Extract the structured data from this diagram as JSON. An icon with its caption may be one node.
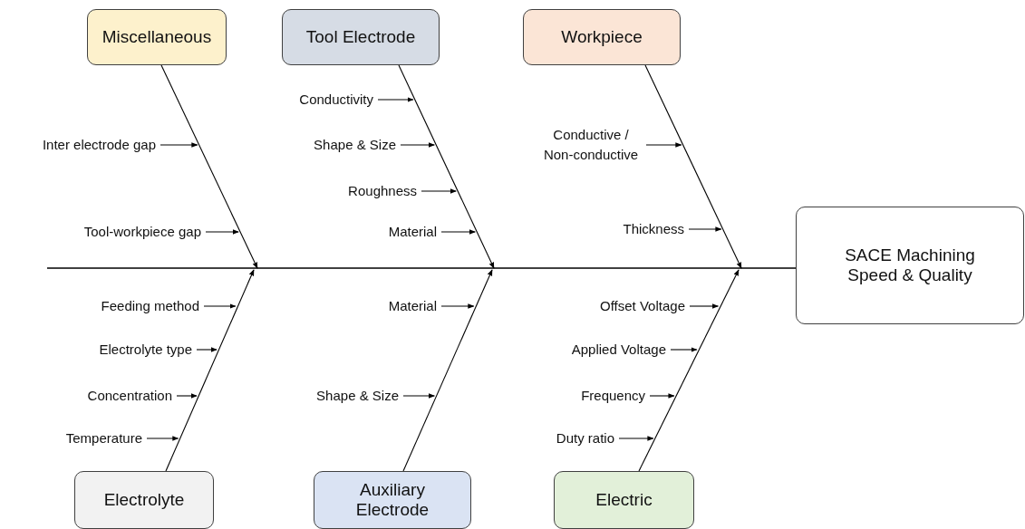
{
  "diagram": {
    "nodes": [
      {
        "text": [
          "Miscellaneous"
        ]
      },
      {
        "text": [
          "Tool Electrode"
        ]
      },
      {
        "text": [
          "Workpiece"
        ]
      },
      {
        "text": [
          "SACE Machining Speed & Quality"
        ]
      },
      {
        "text": [
          "Electrolyte"
        ]
      },
      {
        "text": [
          "Auxiliary Electrode"
        ]
      },
      {
        "text": [
          "Electric"
        ]
      },
      {
        "text": [
          "Inter electrode gap"
        ]
      },
      {
        "text": [
          "Tool-workpiece gap"
        ]
      },
      {
        "text": [
          "Conductivity"
        ]
      },
      {
        "text": [
          "Shape & Size"
        ]
      },
      {
        "text": [
          "Roughness"
        ]
      },
      {
        "text": [
          "Material"
        ]
      },
      {
        "text": [
          "Conductive / Non-conductive"
        ]
      },
      {
        "text": [
          "Thickness"
        ]
      },
      {
        "text": [
          "Feeding method"
        ]
      },
      {
        "text": [
          "Electrolyte type"
        ]
      },
      {
        "text": [
          "Concentration"
        ]
      },
      {
        "text": [
          "Temperature"
        ]
      },
      {
        "text": [
          "Material"
        ]
      },
      {
        "text": [
          "Shape & Size"
        ]
      },
      {
        "text": [
          "Offset Voltage"
        ]
      },
      {
        "text": [
          "Applied Voltage"
        ]
      },
      {
        "text": [
          "Frequency"
        ]
      },
      {
        "text": [
          "Duty ratio"
        ]
      }
    ],
    "edges": [
      {
        "from": 0,
        "to": null,
        "arrow": "to"
      },
      {
        "from": 1,
        "to": null,
        "arrow": "to"
      },
      {
        "from": 2,
        "to": null,
        "arrow": "to"
      },
      {
        "from": 4,
        "to": null,
        "arrow": "to"
      },
      {
        "from": 5,
        "to": null,
        "arrow": "to"
      },
      {
        "from": 6,
        "to": null,
        "arrow": "to"
      },
      {
        "from": null,
        "to": 3,
        "arrow": "none"
      },
      {
        "from": 7,
        "to": null,
        "arrow": "to"
      },
      {
        "from": 8,
        "to": null,
        "arrow": "to"
      },
      {
        "from": 9,
        "to": null,
        "arrow": "to"
      },
      {
        "from": 10,
        "to": null,
        "arrow": "to"
      },
      {
        "from": 11,
        "to": null,
        "arrow": "to"
      },
      {
        "from": 12,
        "to": null,
        "arrow": "to"
      },
      {
        "from": 13,
        "to": null,
        "arrow": "to"
      },
      {
        "from": 14,
        "to": null,
        "arrow": "to"
      },
      {
        "from": 15,
        "to": null,
        "arrow": "to"
      },
      {
        "from": 16,
        "to": null,
        "arrow": "to"
      },
      {
        "from": 17,
        "to": null,
        "arrow": "to"
      },
      {
        "from": 18,
        "to": null,
        "arrow": "to"
      },
      {
        "from": 19,
        "to": null,
        "arrow": "to"
      },
      {
        "from": 20,
        "to": null,
        "arrow": "to"
      },
      {
        "from": 21,
        "to": null,
        "arrow": "to"
      },
      {
        "from": 22,
        "to": null,
        "arrow": "to"
      },
      {
        "from": 23,
        "to": null,
        "arrow": "to"
      },
      {
        "from": 24,
        "to": null,
        "arrow": "to"
      }
    ]
  }
}
